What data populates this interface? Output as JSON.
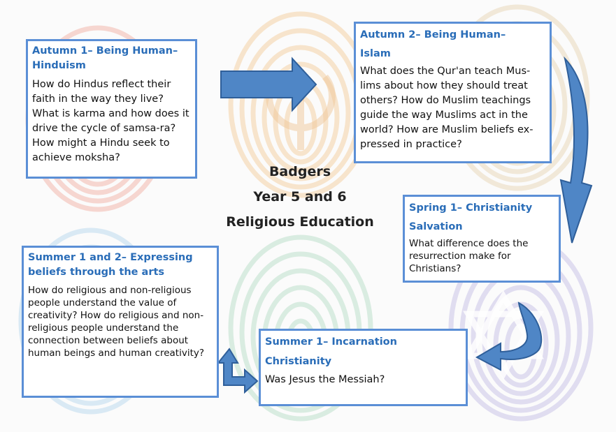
{
  "center": {
    "line1": "Badgers",
    "line2": "Year 5 and 6",
    "line3": "Religious Education"
  },
  "boxes": {
    "autumn1": {
      "title": "Autumn 1– Being Human– Hinduism",
      "body": "How do Hindus reflect their faith in the way they live? What is karma and how does it drive the cycle of samsa-ra? How might a Hindu seek to achieve moksha?"
    },
    "autumn2": {
      "title_line1": "Autumn 2– Being Human–",
      "title_line2": "Islam",
      "body": "What does the Qur'an teach Mus-lims about how they should treat others? How do Muslim teachings guide the way Muslims act in the world? How are Muslim beliefs ex-pressed in practice?"
    },
    "spring1": {
      "title_line1": "Spring 1– Christianity",
      "title_line2": "Salvation",
      "body": "What difference does the resurrection make for Christians?"
    },
    "summer1": {
      "title_line1": "Summer 1– Incarnation",
      "title_line2": "Christianity",
      "body": "Was Jesus the Messiah?"
    },
    "summer12": {
      "title": "Summer 1 and 2– Expressing beliefs through the arts",
      "body": "How do religious and non-religious people understand the value of creativity? How do religious and non-religious people understand the connection between beliefs about human beings and human creativity?"
    }
  },
  "icons": {
    "arrow_color": "#4f86c6",
    "arrow_dark": "#2f5f9a"
  },
  "colors": {
    "border": "#5b8fd6",
    "title": "#2a6db8"
  }
}
